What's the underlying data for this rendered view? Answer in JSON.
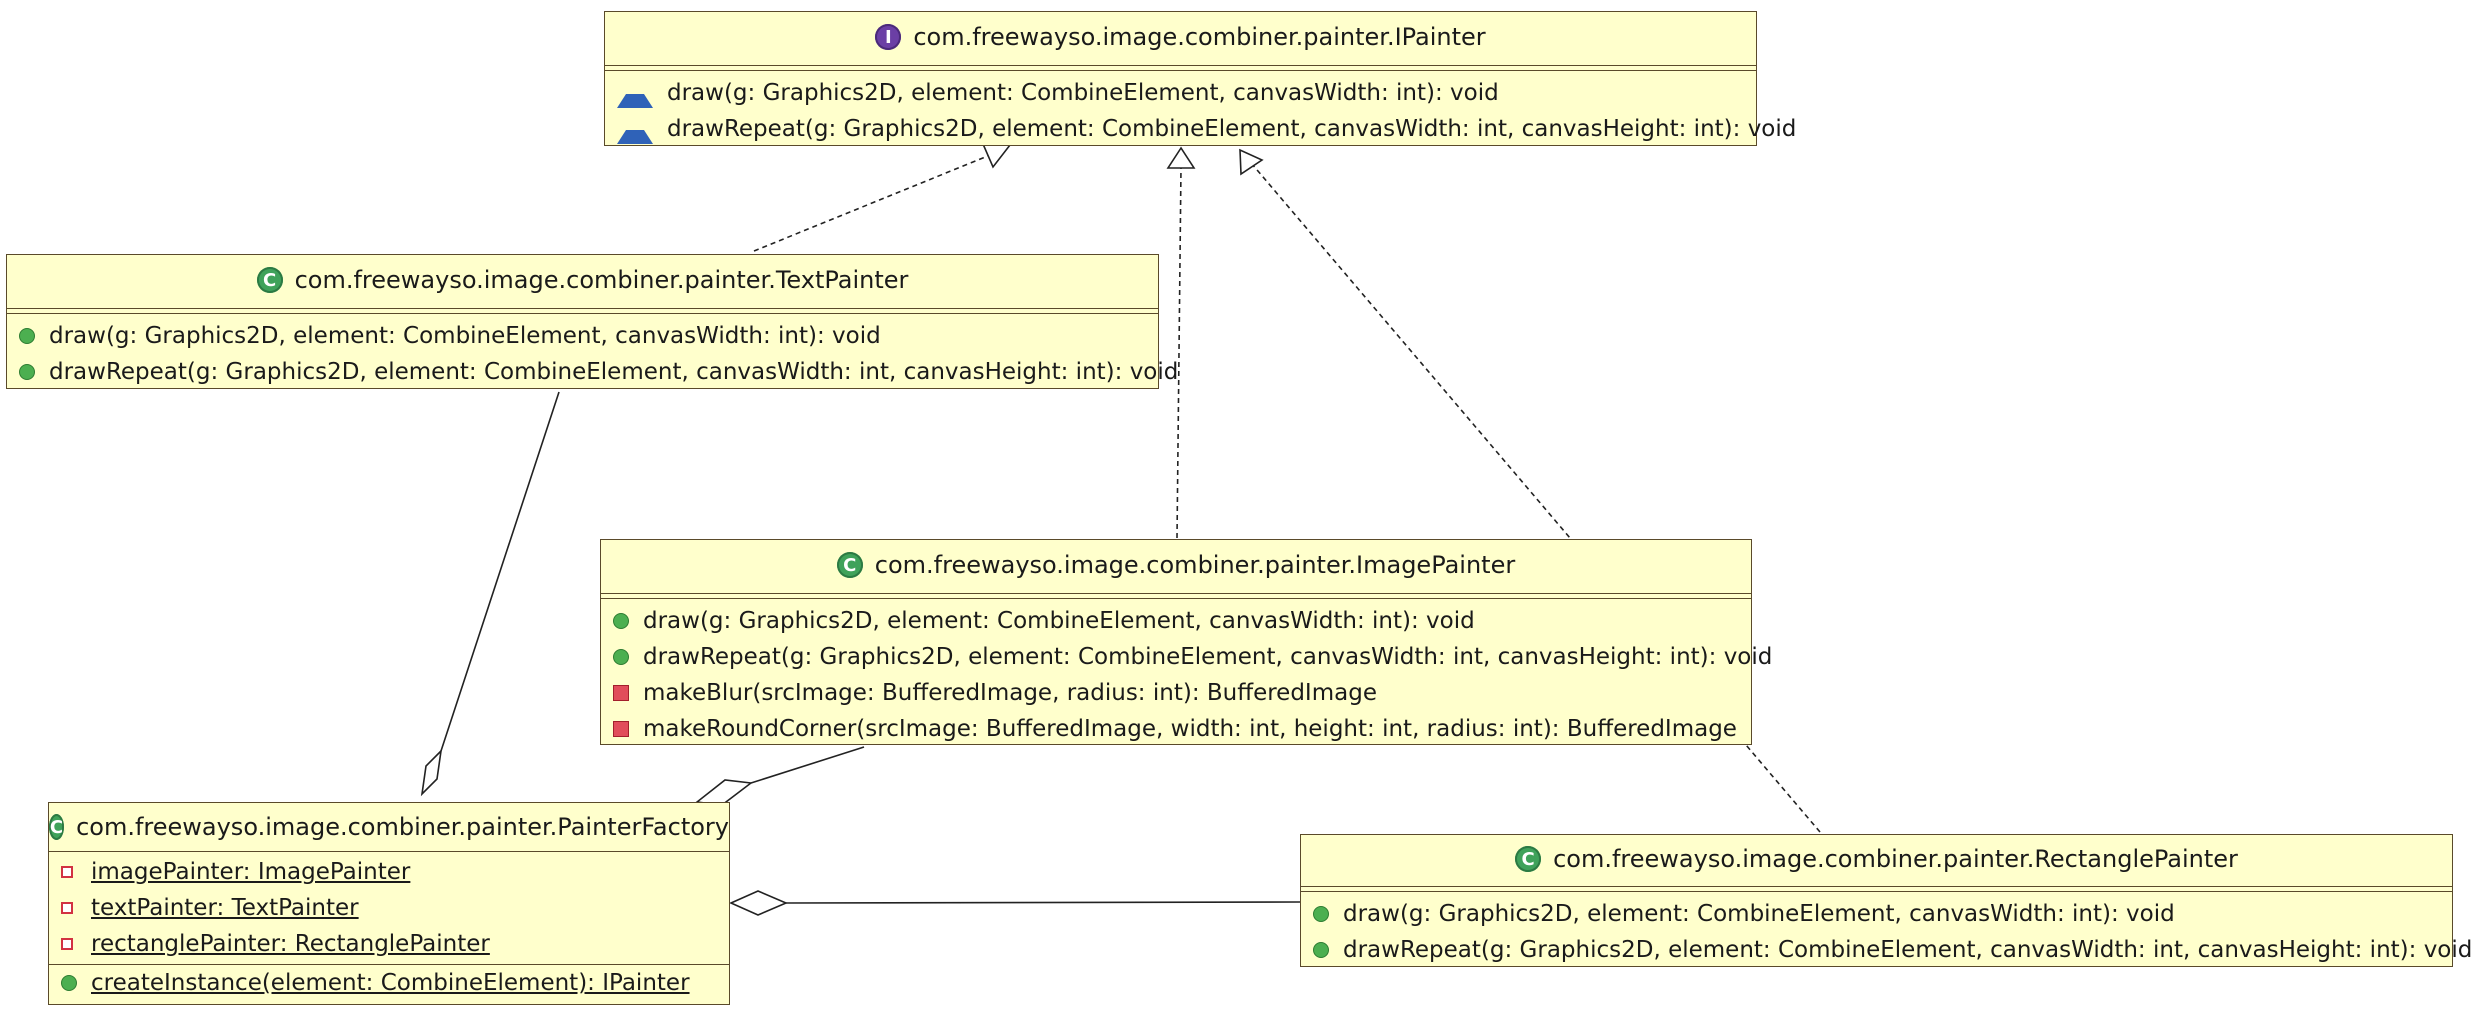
{
  "ipainter": {
    "title": "com.freewayso.image.combiner.painter.IPainter",
    "methods": [
      "draw(g: Graphics2D, element: CombineElement, canvasWidth: int): void",
      "drawRepeat(g: Graphics2D, element: CombineElement, canvasWidth: int, canvasHeight: int): void"
    ]
  },
  "text_painter": {
    "title": "com.freewayso.image.combiner.painter.TextPainter",
    "methods": [
      "draw(g: Graphics2D, element: CombineElement, canvasWidth: int): void",
      "drawRepeat(g: Graphics2D, element: CombineElement, canvasWidth: int, canvasHeight: int): void"
    ]
  },
  "image_painter": {
    "title": "com.freewayso.image.combiner.painter.ImagePainter",
    "methods": [
      "draw(g: Graphics2D, element: CombineElement, canvasWidth: int): void",
      "drawRepeat(g: Graphics2D, element: CombineElement, canvasWidth: int, canvasHeight: int): void",
      "makeBlur(srcImage: BufferedImage, radius: int): BufferedImage",
      "makeRoundCorner(srcImage: BufferedImage, width: int, height: int, radius: int): BufferedImage"
    ]
  },
  "painter_factory": {
    "title": "com.freewayso.image.combiner.painter.PainterFactory",
    "fields": [
      "imagePainter: ImagePainter",
      "textPainter: TextPainter",
      "rectanglePainter: RectanglePainter"
    ],
    "methods": [
      "createInstance(element: CombineElement): IPainter"
    ]
  },
  "rectangle_painter": {
    "title": "com.freewayso.image.combiner.painter.RectanglePainter",
    "methods": [
      "draw(g: Graphics2D, element: CombineElement, canvasWidth: int): void",
      "drawRepeat(g: Graphics2D, element: CombineElement, canvasWidth: int, canvasHeight: int): void"
    ]
  },
  "icons": {
    "interface": "I",
    "class": "C"
  },
  "colors": {
    "box_fill": "#ffffcc",
    "border": "#5a4a2a",
    "public_method": "#4caf50",
    "private_method": "#e14d5a",
    "package_method": "#2f62b8",
    "interface_icon": "#6b3fa5",
    "class_icon": "#3fa25a"
  }
}
